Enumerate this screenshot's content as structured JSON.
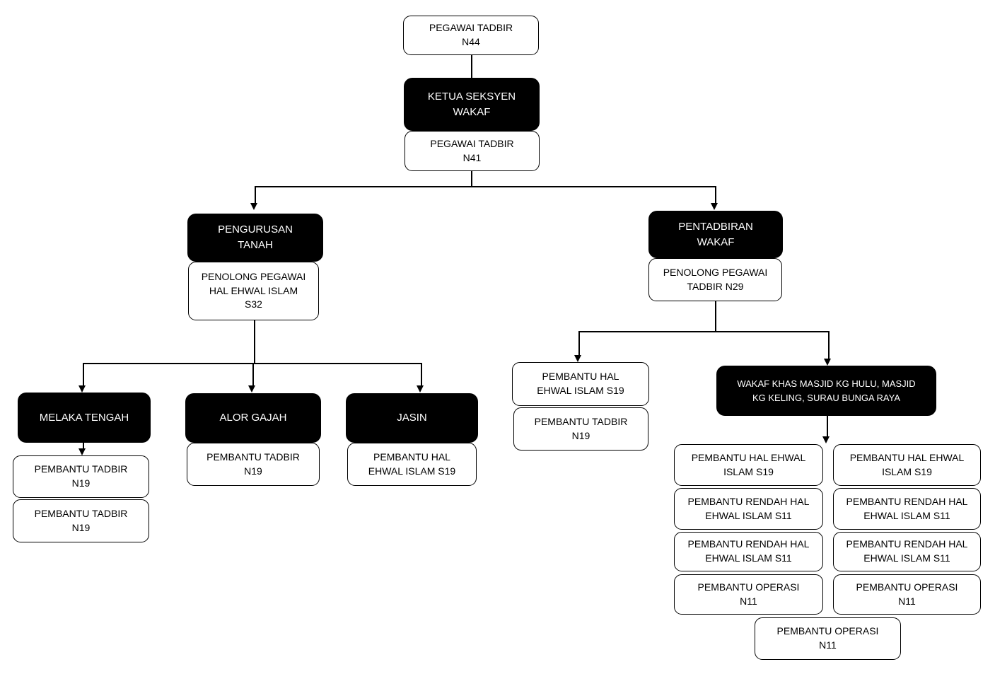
{
  "diagram_type": "org-chart",
  "colors": {
    "box_black_fill": "#000000",
    "box_black_text": "#ffffff",
    "box_white_fill": "#ffffff",
    "box_border": "#000000",
    "connector": "#000000"
  },
  "nodes": {
    "n44": {
      "label": "PEGAWAI TADBIR\nN44",
      "style": "white"
    },
    "ketua": {
      "label": "KETUA SEKSYEN\nWAKAF",
      "style": "black"
    },
    "n41": {
      "label": "PEGAWAI TADBIR\nN41",
      "style": "white"
    },
    "pengurusan": {
      "label": "PENGURUSAN\nTANAH",
      "style": "black"
    },
    "s32": {
      "label": "PENOLONG PEGAWAI\nHAL EHWAL ISLAM\nS32",
      "style": "white"
    },
    "pentadbiran": {
      "label": "PENTADBIRAN\nWAKAF",
      "style": "black"
    },
    "n29": {
      "label": "PENOLONG PEGAWAI\nTADBIR N29",
      "style": "white"
    },
    "melaka": {
      "label": "MELAKA TENGAH",
      "style": "black"
    },
    "melaka_pt1": {
      "label": "PEMBANTU TADBIR\nN19",
      "style": "white"
    },
    "melaka_pt2": {
      "label": "PEMBANTU TADBIR\nN19",
      "style": "white"
    },
    "alor": {
      "label": "ALOR GAJAH",
      "style": "black"
    },
    "alor_pt": {
      "label": "PEMBANTU TADBIR\nN19",
      "style": "white"
    },
    "jasin": {
      "label": "JASIN",
      "style": "black"
    },
    "jasin_ps19": {
      "label": "PEMBANTU HAL\nEHWAL ISLAM S19",
      "style": "white"
    },
    "wakaf_ps19": {
      "label": "PEMBANTU HAL\nEHWAL ISLAM S19",
      "style": "white"
    },
    "wakaf_pt19": {
      "label": "PEMBANTU TADBIR\nN19",
      "style": "white"
    },
    "wakaf_khas": {
      "label": "WAKAF KHAS MASJID KG HULU, MASJID\nKG KELING, SURAU BUNGA RAYA",
      "style": "black"
    },
    "col1_s19": {
      "label": "PEMBANTU HAL EHWAL\nISLAM S19",
      "style": "white"
    },
    "col1_s11a": {
      "label": "PEMBANTU RENDAH HAL\nEHWAL ISLAM S11",
      "style": "white"
    },
    "col1_s11b": {
      "label": "PEMBANTU RENDAH HAL\nEHWAL ISLAM S11",
      "style": "white"
    },
    "col1_n11": {
      "label": "PEMBANTU OPERASI\nN11",
      "style": "white"
    },
    "col2_s19": {
      "label": "PEMBANTU HAL EHWAL\nISLAM S19",
      "style": "white"
    },
    "col2_s11a": {
      "label": "PEMBANTU RENDAH HAL\nEHWAL ISLAM S11",
      "style": "white"
    },
    "col2_s11b": {
      "label": "PEMBANTU RENDAH HAL\nEHWAL ISLAM S11",
      "style": "white"
    },
    "col2_n11": {
      "label": "PEMBANTU OPERASI\nN11",
      "style": "white"
    },
    "bottom_n11": {
      "label": "PEMBANTU OPERASI\nN11",
      "style": "white"
    }
  }
}
